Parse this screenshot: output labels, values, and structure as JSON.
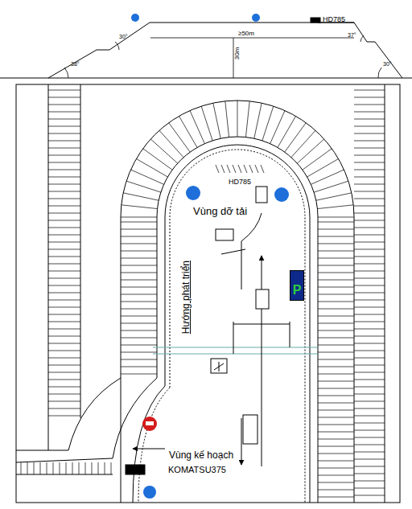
{
  "diagram": {
    "nodes": [
      {
        "text": [
          "P"
        ]
      }
    ],
    "labels": [
      "HD785",
      "≥50m",
      "30m",
      "38°",
      "30°",
      "37°",
      "30°",
      "HD785",
      "Vùng dỡ tải",
      "Hướng phát triển",
      "Vùng kế hoạch",
      "KOMATSU375"
    ]
  }
}
